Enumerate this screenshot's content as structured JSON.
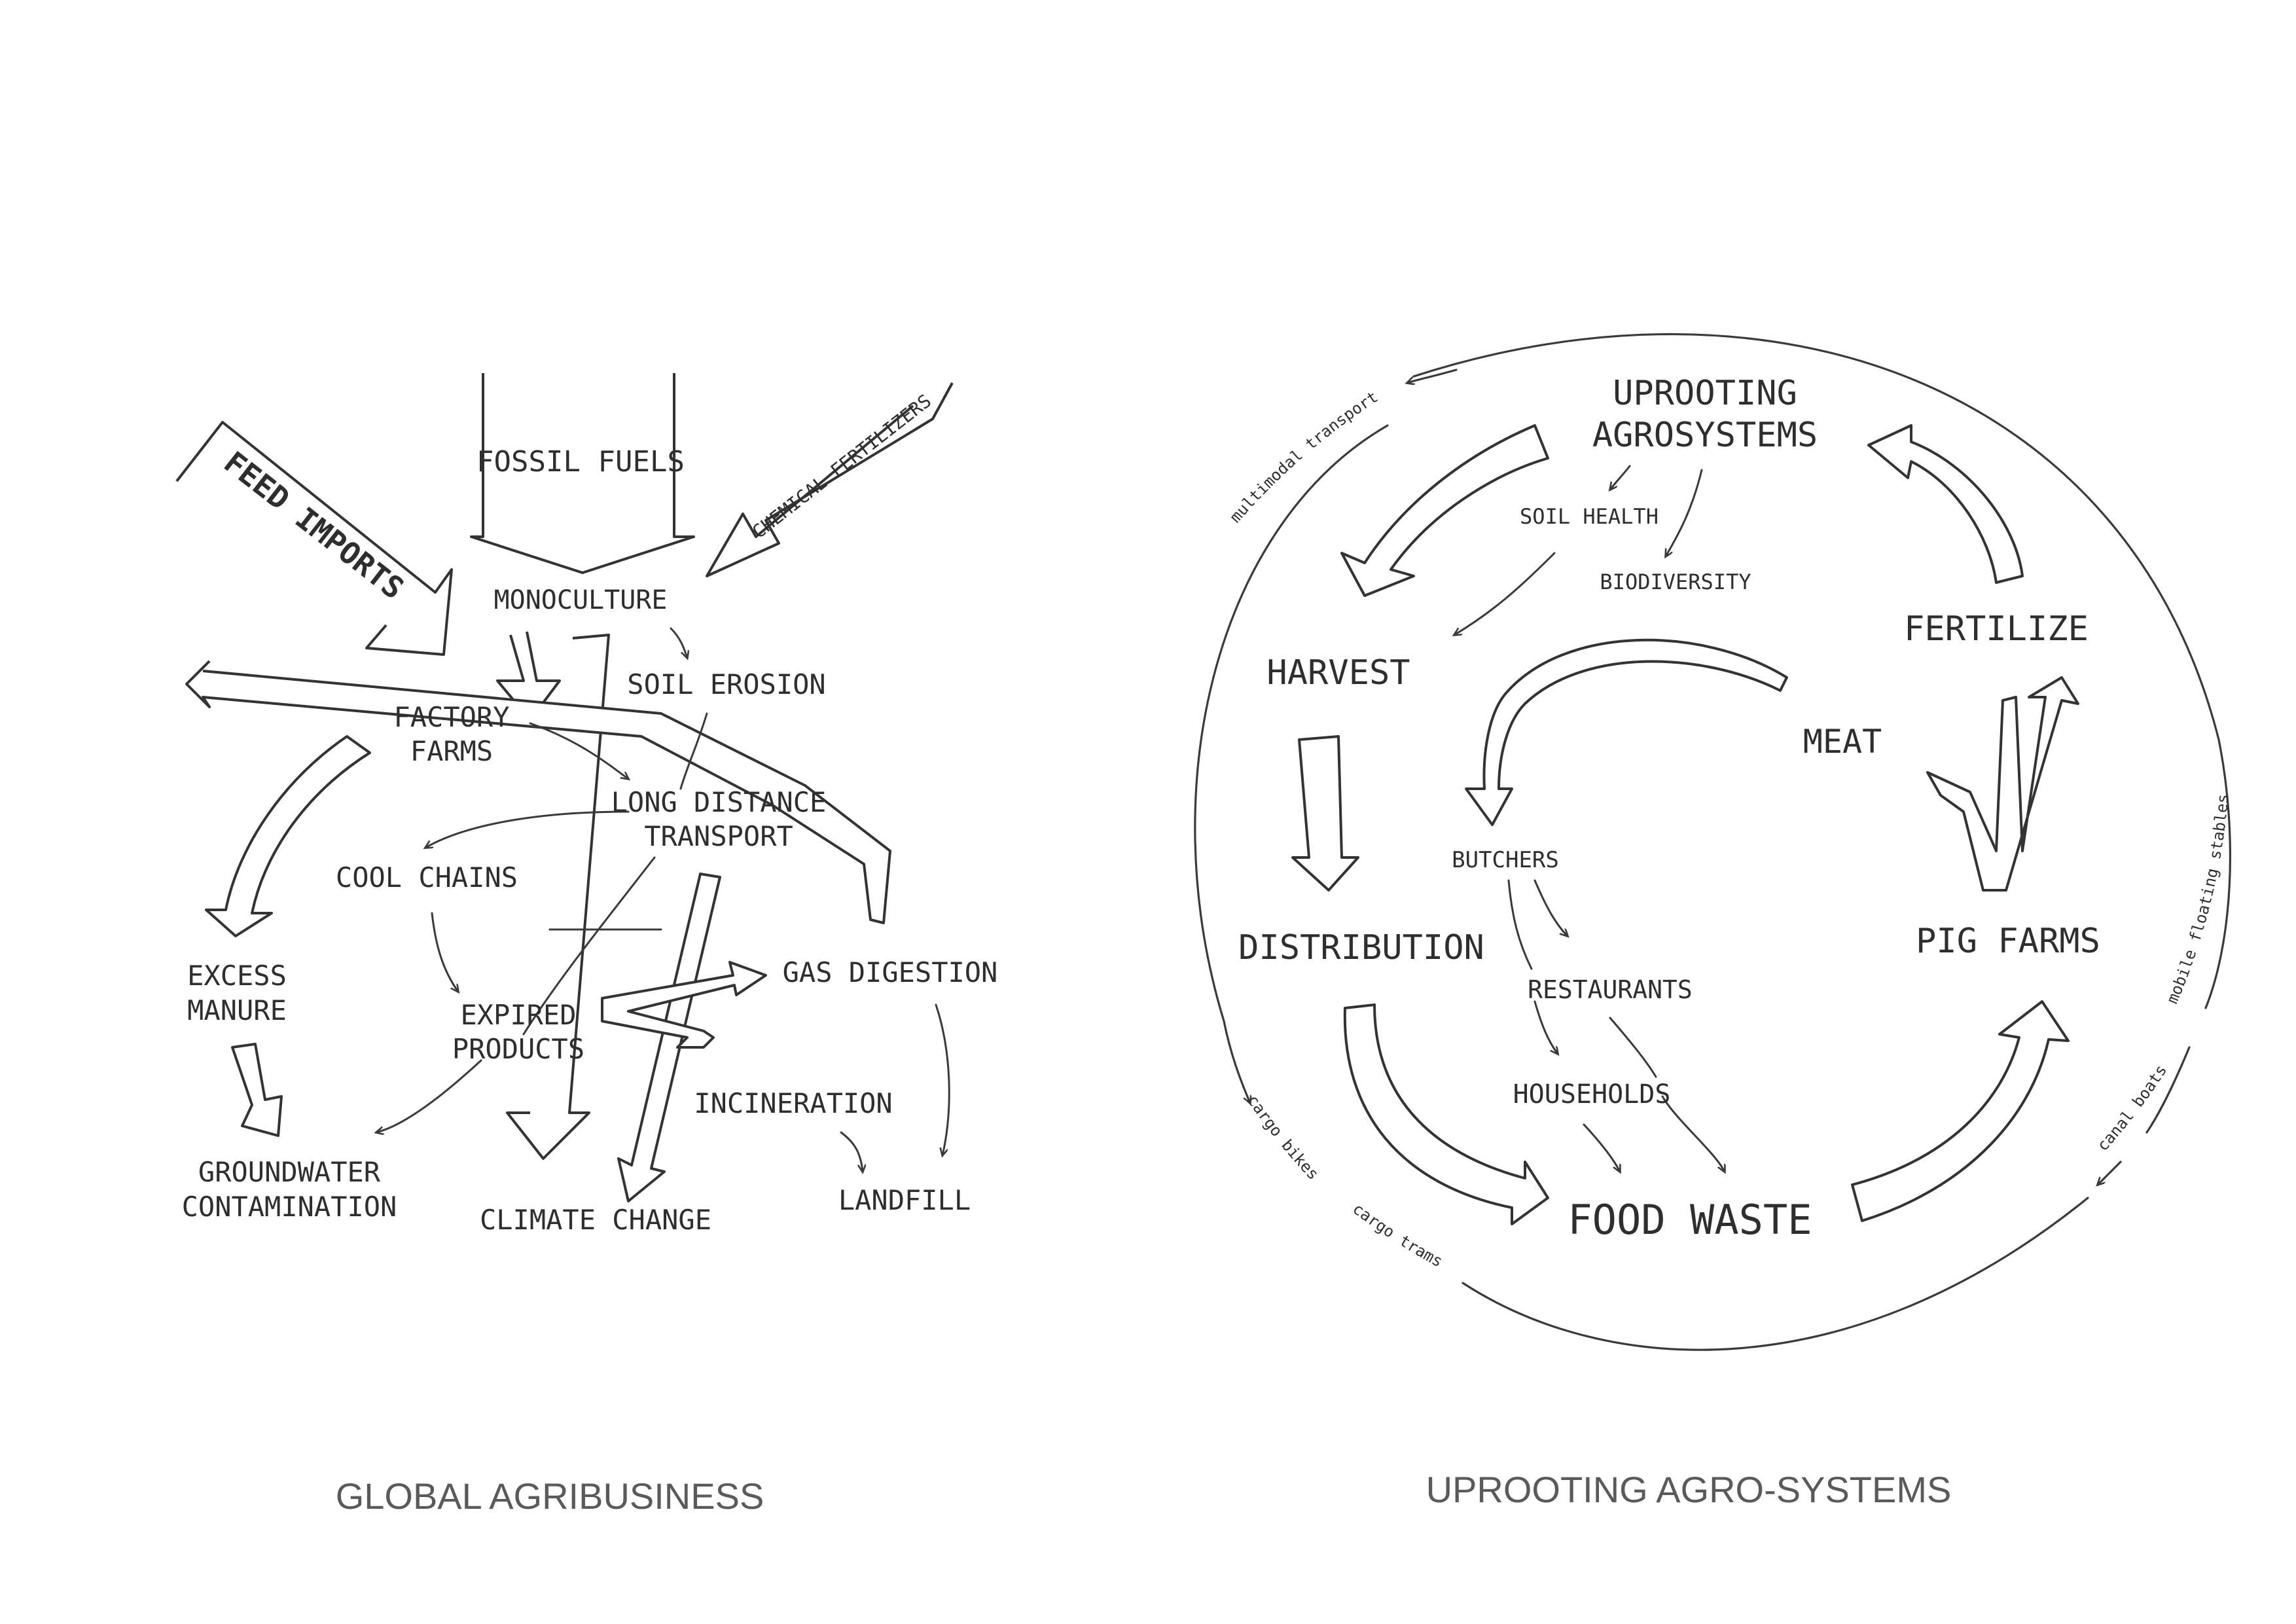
{
  "left_diagram": {
    "caption": "GLOBAL AGRIBUSINESS",
    "labels": {
      "fossil_fuels": "FOSSIL FUELS",
      "feed_imports": "FEED IMPORTS",
      "chemical_fertilizers": "CHEMICAL FERTILIZERS",
      "monoculture": "MONOCULTURE",
      "soil_erosion": "SOIL EROSION",
      "factory": "FACTORY",
      "farms": "FARMS",
      "long_distance": "LONG DISTANCE",
      "transport": "TRANSPORT",
      "cool_chains": "COOL CHAINS",
      "gas_digestion": "GAS DIGESTION",
      "excess": "EXCESS",
      "manure": "MANURE",
      "expired": "EXPIRED",
      "products": "PRODUCTS",
      "incineration": "INCINERATION",
      "groundwater": "GROUNDWATER",
      "contamination": "CONTAMINATION",
      "climate_change": "CLIMATE CHANGE",
      "landfill": "LANDFILL"
    }
  },
  "right_diagram": {
    "caption": "UPROOTING AGRO-SYSTEMS",
    "labels": {
      "uprooting": "UPROOTING",
      "agrosystems": "AGROSYSTEMS",
      "soil_health": "SOIL HEALTH",
      "biodiversity": "BIODIVERSITY",
      "harvest": "HARVEST",
      "fertilize": "FERTILIZE",
      "meat": "MEAT",
      "butchers": "BUTCHERS",
      "distribution": "DISTRIBUTION",
      "pig_farms": "PIG FARMS",
      "restaurants": "RESTAURANTS",
      "households": "HOUSEHOLDS",
      "food_waste": "FOOD WASTE"
    },
    "ring_labels": {
      "multimodal_transport": "multimodal transport",
      "mobile_floating_stables": "mobile floating stables",
      "canal_boats": "canal boats",
      "cargo_bikes": "cargo bikes",
      "cargo_trams": "cargo trams"
    }
  }
}
